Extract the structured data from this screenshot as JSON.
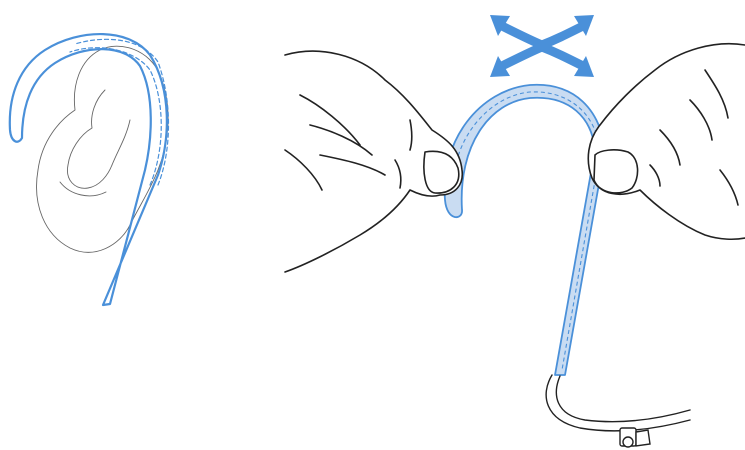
{
  "illustration": {
    "panels": [
      {
        "id": "ear-wearing-view",
        "depicts": "ear-hook-on-ear"
      },
      {
        "id": "bending-view",
        "depicts": "hands-bending-ear-hook"
      }
    ],
    "icons": [
      "ear-icon",
      "ear-hook-icon",
      "left-hand-icon",
      "right-hand-icon",
      "bend-arrows-icon",
      "cable-icon",
      "connector-icon"
    ],
    "colors": {
      "accent": "#4a90d9",
      "accent_fill": "#c9dcf2",
      "outline": "#222222",
      "ear_outline": "#666666"
    }
  }
}
